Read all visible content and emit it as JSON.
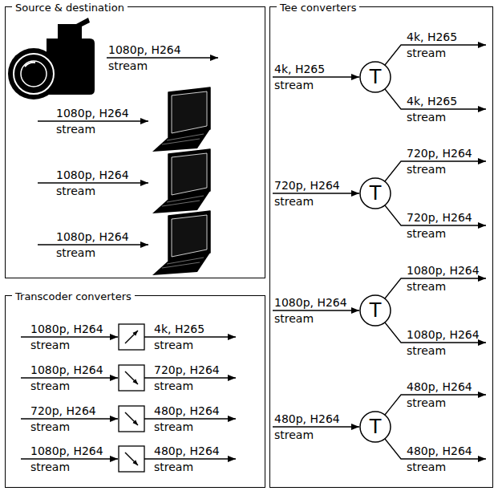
{
  "diagram": {
    "nodes": [
      {
        "text": [
          "Source & destination"
        ]
      },
      {
        "text": [
          "Tee converters"
        ]
      },
      {
        "text": [
          "Transcoder converters"
        ]
      },
      {
        "text": [
          "T"
        ],
        "in": 1
      },
      {
        "text": [
          "T"
        ],
        "in": 1
      },
      {
        "text": [
          "T"
        ],
        "in": 1
      },
      {
        "text": [
          "T"
        ],
        "in": 1
      }
    ],
    "labels": [
      "1080p, H264 stream",
      "1080p, H264 stream",
      "1080p, H264 stream",
      "1080p, H264 stream",
      "1080p, H264 stream",
      "4k, H265 stream",
      "1080p, H264 stream",
      "720p, H264 stream",
      "720p, H264 stream",
      "480p, H264 stream",
      "1080p, H264 stream",
      "480p, H264 stream",
      "4k, H265 stream",
      "4k, H265 stream",
      "4k, H265 stream",
      "720p, H264 stream",
      "720p, H264 stream",
      "720p, H264 stream",
      "1080p, H264 stream",
      "1080p, H264 stream",
      "1080p, H264 stream",
      "480p, H264 stream",
      "480p, H264 stream",
      "480p, H264 stream"
    ]
  }
}
